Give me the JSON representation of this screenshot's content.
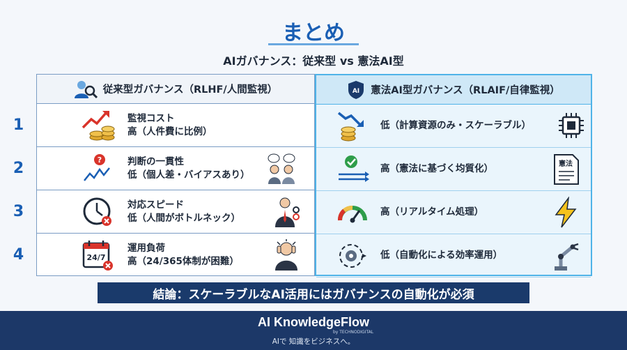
{
  "title": "まとめ",
  "subtitle": "AIガバナンス：従来型 vs 憲法AI型",
  "left_panel": {
    "header": "従来型ガバナンス（RLHF/人間監視）",
    "rows": [
      {
        "num": "1",
        "label": "監視コスト",
        "value": "高（人件費に比例）"
      },
      {
        "num": "2",
        "label": "判断の一貫性",
        "value": "低（個人差・バイアスあり）"
      },
      {
        "num": "3",
        "label": "対応スピード",
        "value": "低（人間がボトルネック）"
      },
      {
        "num": "4",
        "label": "運用負荷",
        "value": "高（24/365体制が困難）"
      }
    ]
  },
  "right_panel": {
    "header": "憲法AI型ガバナンス（RLAIF/自律監視）",
    "badge": "AI",
    "rows": [
      {
        "value": "低（計算資源のみ・スケーラブル）"
      },
      {
        "value": "高（憲法に基づく均質化）",
        "doc_label": "憲法"
      },
      {
        "value": "高（リアルタイム処理）"
      },
      {
        "value": "低（自動化による効率運用）"
      }
    ]
  },
  "calendar_label": "24/7",
  "conclusion": "結論：スケーラブルなAI活用にはガバナンスの自動化が必須",
  "footer": {
    "brand": "AI KnowledgeFlow",
    "brand_sub": "by TECHNODIGITAL",
    "tagline": "AIで 知識をビジネスへ。"
  },
  "colors": {
    "accent": "#1a5fb4",
    "right_border": "#4fb3e8",
    "footer_bg": "#1c3868",
    "conclusion_bg": "#1a3a6b"
  }
}
